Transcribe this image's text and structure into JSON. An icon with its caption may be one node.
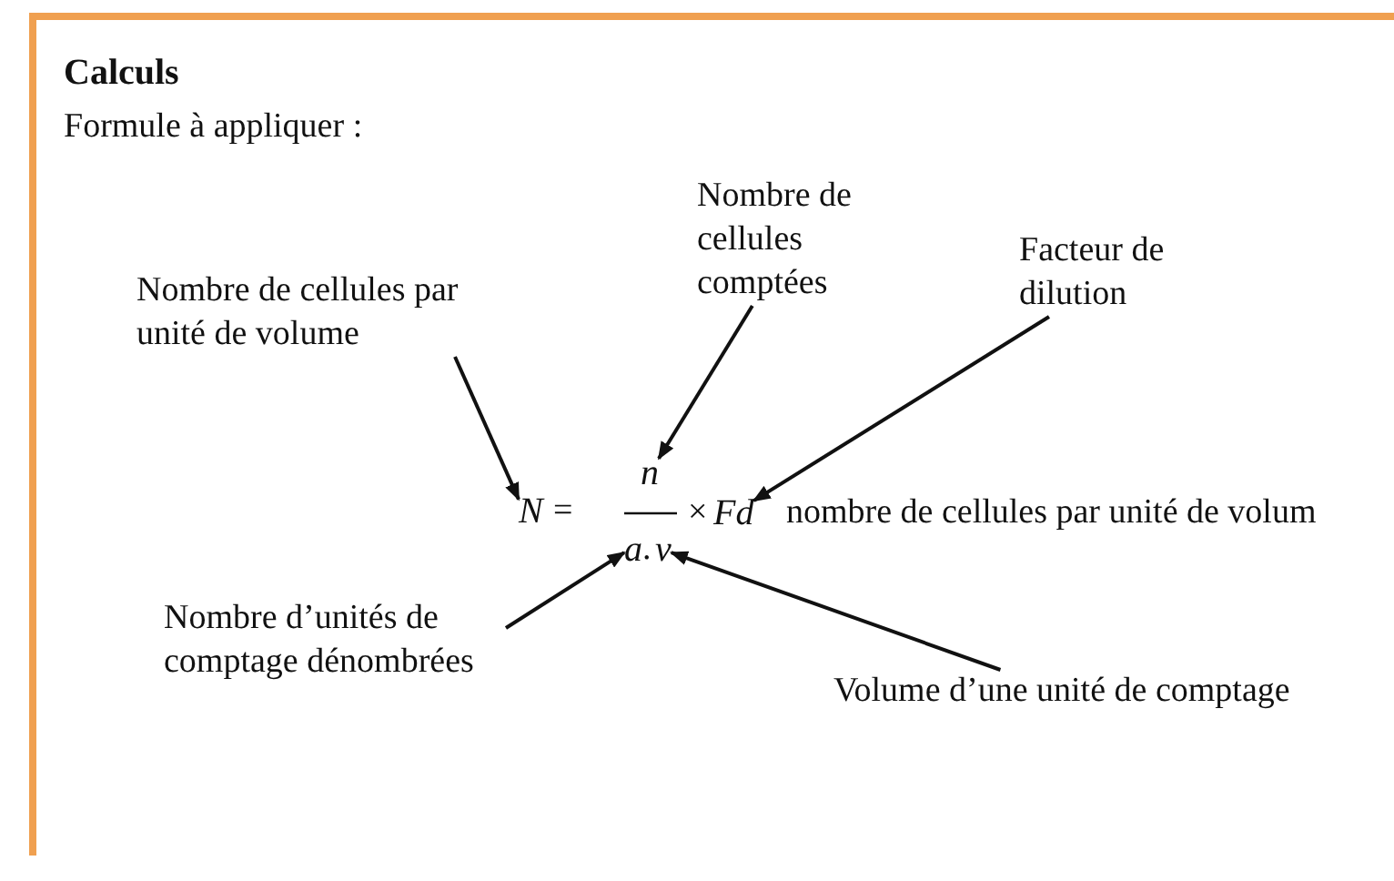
{
  "diagram": {
    "title": "Calculs",
    "nodes": [
      {
        "text": [
          "Nombre de cellules par unité de volume"
        ]
      },
      {
        "text": [
          "Nombre de cellules comptées"
        ]
      },
      {
        "text": [
          "Facteur de dilution"
        ]
      },
      {
        "text": [
          "Nombre d’unités de comptage dénombrées"
        ]
      },
      {
        "text": [
          "Volume d’une unité de comptage"
        ]
      },
      {
        "text": [
          "N"
        ]
      },
      {
        "text": [
          "n"
        ]
      },
      {
        "text": [
          "a"
        ]
      },
      {
        "text": [
          "v"
        ]
      },
      {
        "text": [
          "Fd"
        ]
      }
    ],
    "edges": [
      {
        "from": 0,
        "to": 5,
        "arrow": "to"
      },
      {
        "from": 1,
        "to": 6,
        "arrow": "to"
      },
      {
        "from": 2,
        "to": 9,
        "arrow": "to"
      },
      {
        "from": 3,
        "to": 7,
        "arrow": "to"
      },
      {
        "from": 4,
        "to": 8,
        "arrow": "to"
      }
    ],
    "labels": [
      "Formule à appliquer :",
      "=",
      ".",
      "×",
      "nombre de cellules par unité de volum"
    ]
  }
}
